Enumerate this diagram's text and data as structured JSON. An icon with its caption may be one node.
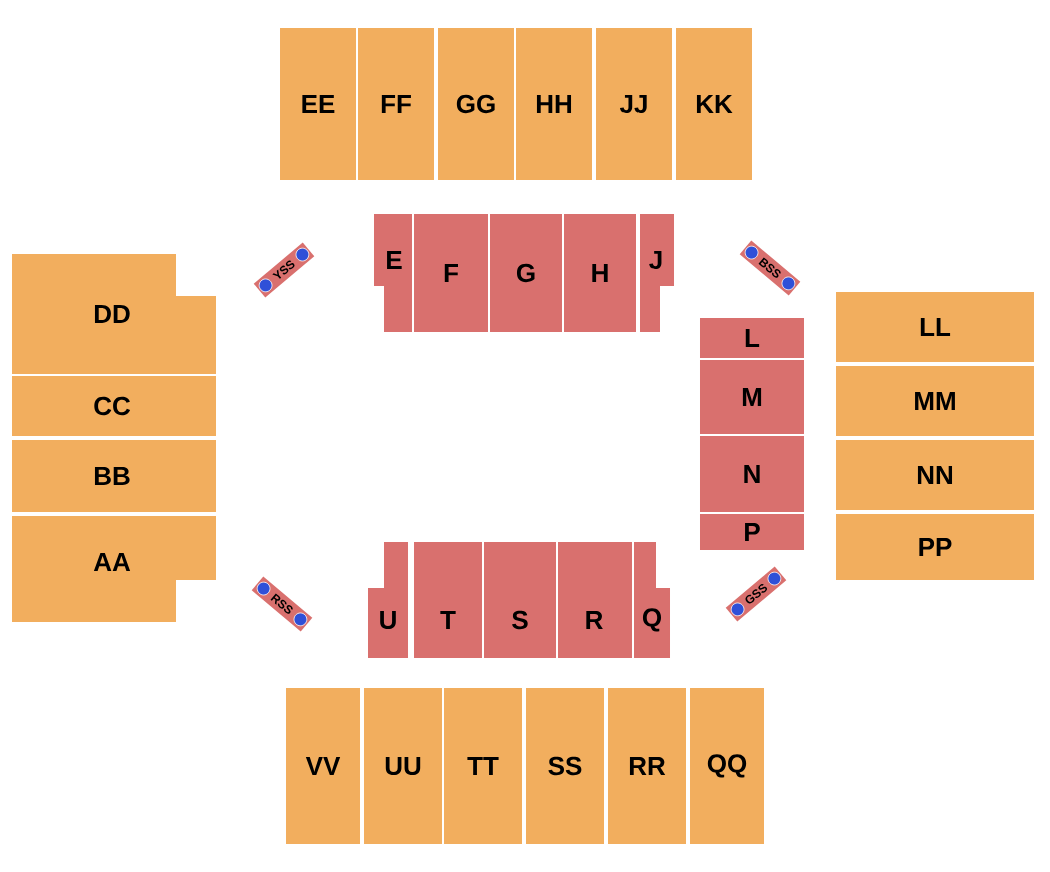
{
  "diagram": {
    "nodes": [
      {
        "text": [
          "EE"
        ]
      },
      {
        "text": [
          "FF"
        ]
      },
      {
        "text": [
          "GG"
        ]
      },
      {
        "text": [
          "HH"
        ]
      },
      {
        "text": [
          "JJ"
        ]
      },
      {
        "text": [
          "KK"
        ]
      },
      {
        "text": [
          "YSS"
        ]
      },
      {
        "text": [
          "E"
        ]
      },
      {
        "text": [
          "F"
        ]
      },
      {
        "text": [
          "G"
        ]
      },
      {
        "text": [
          "H"
        ]
      },
      {
        "text": [
          "J"
        ]
      },
      {
        "text": [
          "BSS"
        ]
      },
      {
        "text": [
          "DD"
        ]
      },
      {
        "text": [
          "CC"
        ]
      },
      {
        "text": [
          "BB"
        ]
      },
      {
        "text": [
          "AA"
        ]
      },
      {
        "text": [
          "L"
        ]
      },
      {
        "text": [
          "M"
        ]
      },
      {
        "text": [
          "N"
        ]
      },
      {
        "text": [
          "P"
        ]
      },
      {
        "text": [
          "LL"
        ]
      },
      {
        "text": [
          "MM"
        ]
      },
      {
        "text": [
          "NN"
        ]
      },
      {
        "text": [
          "PP"
        ]
      },
      {
        "text": [
          "RSS"
        ]
      },
      {
        "text": [
          "U"
        ]
      },
      {
        "text": [
          "T"
        ]
      },
      {
        "text": [
          "S"
        ]
      },
      {
        "text": [
          "R"
        ]
      },
      {
        "text": [
          "Q"
        ]
      },
      {
        "text": [
          "GSS"
        ]
      },
      {
        "text": [
          "VV"
        ]
      },
      {
        "text": [
          "UU"
        ]
      },
      {
        "text": [
          "TT"
        ]
      },
      {
        "text": [
          "SS"
        ]
      },
      {
        "text": [
          "RR"
        ]
      },
      {
        "text": [
          "QQ"
        ]
      }
    ]
  }
}
